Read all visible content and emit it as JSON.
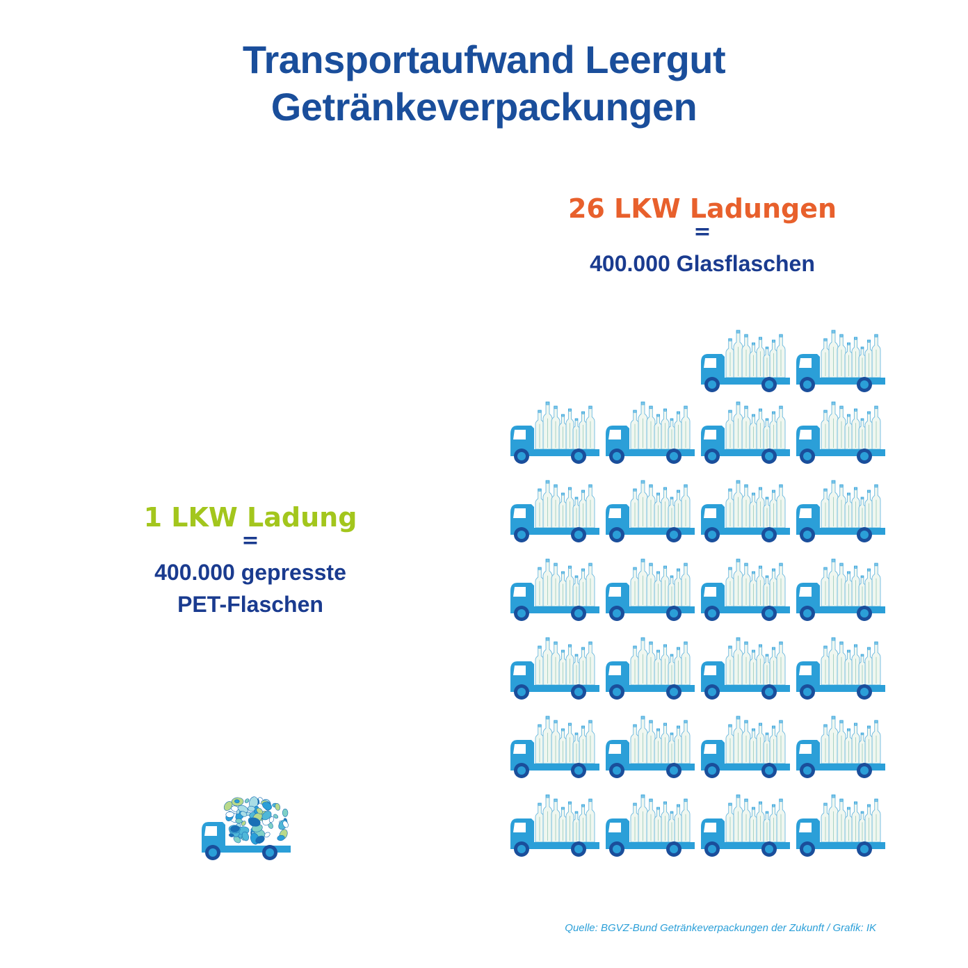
{
  "title": {
    "line1": "Transportaufwand Leergut",
    "line2": "Getränkeverpackungen"
  },
  "glass": {
    "count_label": "26 LKW Ladungen",
    "equals": "=",
    "description": "400.000 Glasflaschen",
    "truck_count": 26,
    "truck_icon": "truck-with-glass-bottles-icon",
    "color": "#e8602c"
  },
  "pet": {
    "count_label": "1 LKW Ladung",
    "equals": "=",
    "description_line1": "400.000 gepresste",
    "description_line2": "PET-Flaschen",
    "truck_count": 1,
    "truck_icon": "truck-with-pressed-pet-icon",
    "color": "#a3c61d"
  },
  "colors": {
    "title": "#1a4e9b",
    "text": "#1a3b8f",
    "truck": "#2b9fd8",
    "wheel": "#1a4e9b"
  },
  "source": "Quelle: BGVZ-Bund Getränkeverpackungen der Zukunft / Grafik: IK"
}
